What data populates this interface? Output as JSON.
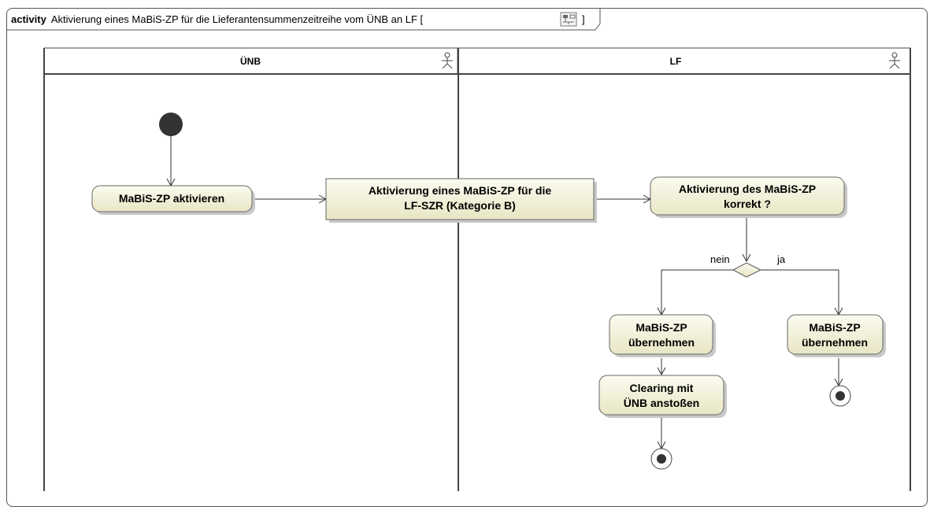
{
  "frame": {
    "keyword": "activity",
    "title": "Aktivierung eines MaBiS-ZP für die Lieferantensummenzeitreihe vom ÜNB an LF [",
    "title_suffix": "]",
    "diagram_icon": "activity-diagram-icon"
  },
  "swimlanes": [
    {
      "name": "ÜNB",
      "icon": "actor-icon"
    },
    {
      "name": "LF",
      "icon": "actor-icon"
    }
  ],
  "nodes": {
    "initial": {
      "type": "initial-node"
    },
    "aktivieren": {
      "lines": [
        "MaBiS-ZP aktivieren"
      ]
    },
    "aktivierung_message": {
      "lines": [
        "Aktivierung eines MaBiS-ZP für die",
        "LF-SZR (Kategorie B)"
      ]
    },
    "check": {
      "lines": [
        "Aktivierung des MaBiS-ZP",
        "korrekt ?"
      ]
    },
    "decision": {
      "type": "decision-node"
    },
    "uebernehmen_nein": {
      "lines": [
        "MaBiS-ZP",
        "übernehmen"
      ]
    },
    "uebernehmen_ja": {
      "lines": [
        "MaBiS-ZP",
        "übernehmen"
      ]
    },
    "clearing": {
      "lines": [
        "Clearing mit",
        "ÜNB anstoßen"
      ]
    },
    "final_nein": {
      "type": "activity-final-node"
    },
    "final_ja": {
      "type": "activity-final-node"
    }
  },
  "guards": {
    "nein": "nein",
    "ja": "ja"
  },
  "colors": {
    "action_fill_top": "#fbfbf0",
    "action_fill_bottom": "#e8e6c4",
    "initial_fill": "#333333",
    "line": "#333333"
  }
}
